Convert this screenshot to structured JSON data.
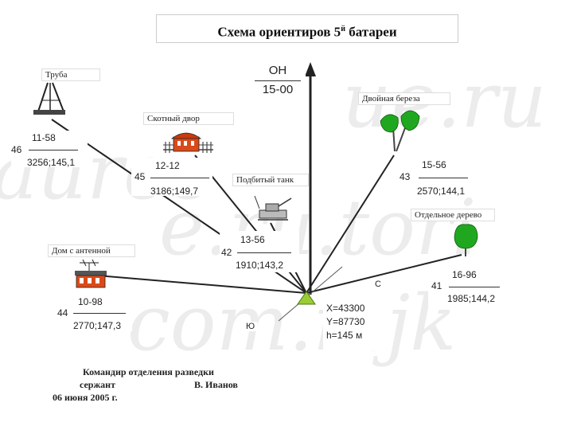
{
  "title": {
    "text": "Схема ориентиров 5",
    "sup": "й",
    "suffix": " батареи"
  },
  "main_direction": {
    "top": "ОН",
    "bottom": "15-00"
  },
  "landmarks": {
    "pipe": {
      "label": "Труба"
    },
    "birch": {
      "label": "Двойная береза"
    },
    "cattle_yard": {
      "label": "Скотный двор"
    },
    "tank": {
      "label": "Подбитый танк"
    },
    "lone_tree": {
      "label": "Отдельное дерево"
    },
    "antenna_house": {
      "label": "Дом с антенной"
    }
  },
  "refs": {
    "r46": {
      "num": "46",
      "top": "11-58",
      "bottom": "3256;145,1"
    },
    "r45": {
      "num": "45",
      "top": "12-12",
      "bottom": "3186;149,7"
    },
    "r43": {
      "num": "43",
      "top": "15-56",
      "bottom": "2570;144,1"
    },
    "r42": {
      "num": "42",
      "top": "13-56",
      "bottom": "1910;143,2"
    },
    "r44": {
      "num": "44",
      "top": "10-98",
      "bottom": "2770;147,3"
    },
    "r41": {
      "num": "41",
      "top": "16-96",
      "bottom": "1985;144,2"
    }
  },
  "position": {
    "x": "X=43300",
    "y": "Y=87730",
    "h": "h=145 м"
  },
  "compass": {
    "north": "С",
    "south": "Ю"
  },
  "signature": {
    "line1": "Командир отделения разведки",
    "rank": "сержант",
    "name": "В. Иванов",
    "date": "06 июня 2005 г."
  },
  "colors": {
    "observer": "#9acd32",
    "tree": "#1fa81f",
    "house": "#d94a1a",
    "roof": "#555555"
  },
  "watermark": [
    "auree",
    "ue.ru",
    "e.ru.tori",
    "com.n.jk"
  ]
}
